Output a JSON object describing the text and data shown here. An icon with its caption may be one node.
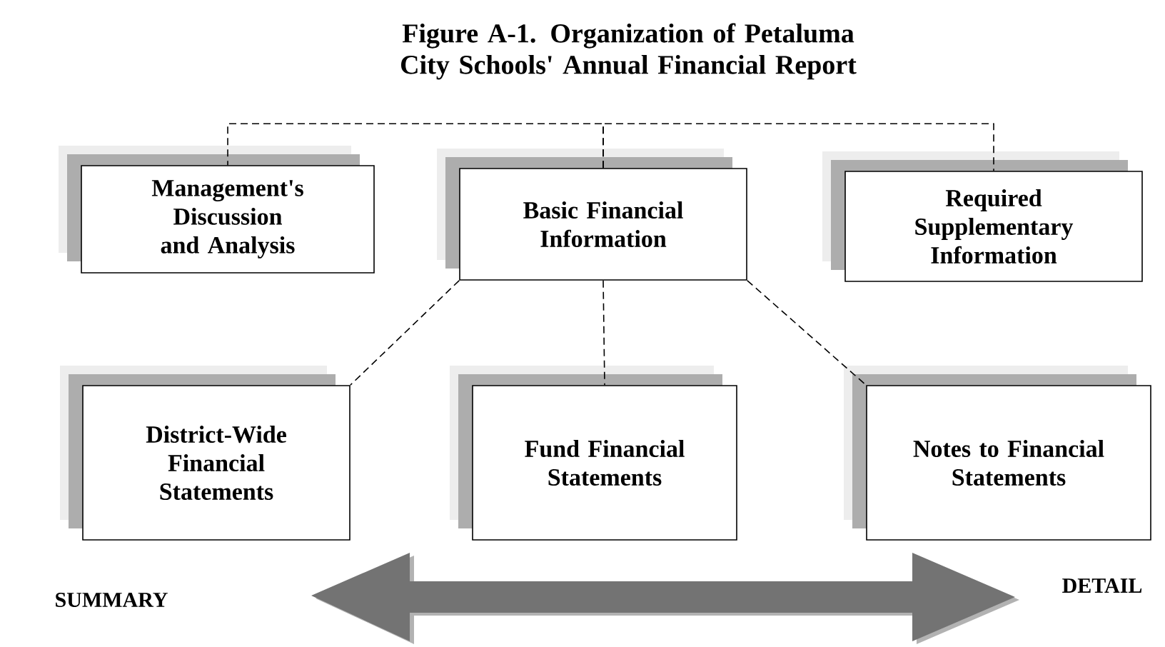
{
  "diagram": {
    "title": "Figure A-1.  Organization of Petaluma City Schools' Annual Financial Report",
    "nodes": [
      {
        "text": [
          "Management's Discussion and Analysis"
        ]
      },
      {
        "text": [
          "Basic Financial Information"
        ]
      },
      {
        "text": [
          "Required Supplementary Information"
        ]
      },
      {
        "text": [
          "District-Wide Financial Statements"
        ]
      },
      {
        "text": [
          "Fund Financial Statements"
        ]
      },
      {
        "text": [
          "Notes to Financial Statements"
        ]
      }
    ],
    "edges": [
      {
        "from": 1,
        "to": 0,
        "arrow": "none",
        "style": "dashed"
      },
      {
        "from": 1,
        "to": 2,
        "arrow": "none",
        "style": "dashed"
      },
      {
        "from": 1,
        "to": 3,
        "arrow": "none",
        "style": "dashed"
      },
      {
        "from": 1,
        "to": 4,
        "arrow": "none",
        "style": "dashed"
      },
      {
        "from": 1,
        "to": 5,
        "arrow": "none",
        "style": "dashed"
      }
    ],
    "labels": [
      "SUMMARY",
      "DETAIL"
    ]
  }
}
